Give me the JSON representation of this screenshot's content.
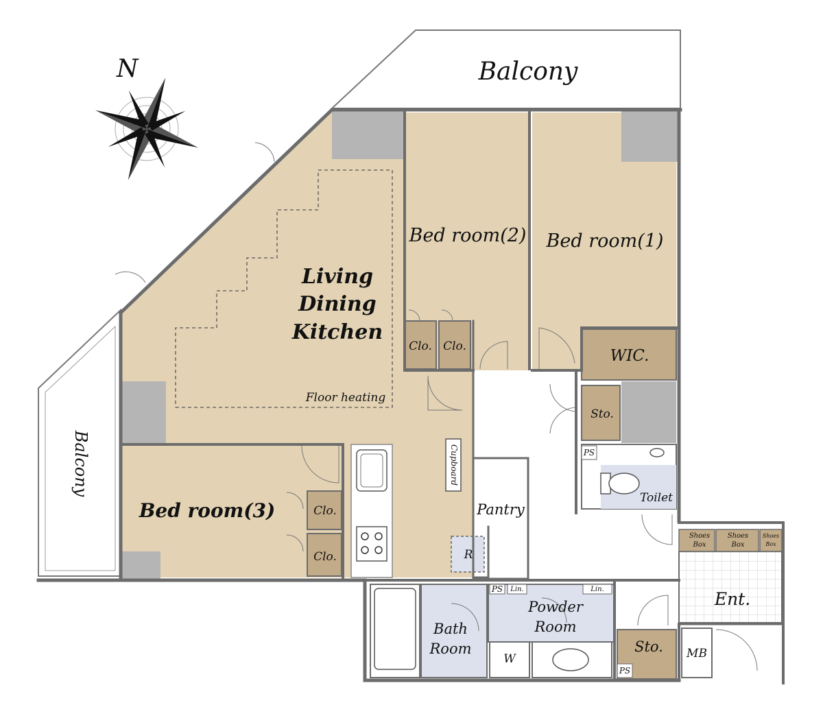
{
  "compass": {
    "north_label": "N",
    "icon": "compass-rose-icon"
  },
  "colors": {
    "room_fill": "#e3d3b4",
    "closet_fill": "#c2ab88",
    "wet_fill": "#dde1ee",
    "column_fill": "#b5b5b5",
    "wall": "#6c6c6c"
  },
  "rooms": {
    "balcony_top": "Balcony",
    "balcony_left": "Balcony",
    "ldk_line1": "Living",
    "ldk_line2": "Dining",
    "ldk_line3": "Kitchen",
    "floor_heating": "Floor heating",
    "bedroom1": "Bed room(1)",
    "bedroom2": "Bed room(2)",
    "bedroom3": "Bed room(3)",
    "clo": "Clo.",
    "wic": "WIC.",
    "sto": "Sto.",
    "ps": "PS",
    "toilet": "Toilet",
    "cupboard": "Cupboard",
    "pantry": "Pantry",
    "refrigerator": "R",
    "lin": "Lin.",
    "powder_line1": "Powder",
    "powder_line2": "Room",
    "bath_line1": "Bath",
    "bath_line2": "Room",
    "washer": "W",
    "shoes_line1": "Shoes",
    "shoes_line2": "Box",
    "entrance": "Ent.",
    "mb": "MB"
  }
}
